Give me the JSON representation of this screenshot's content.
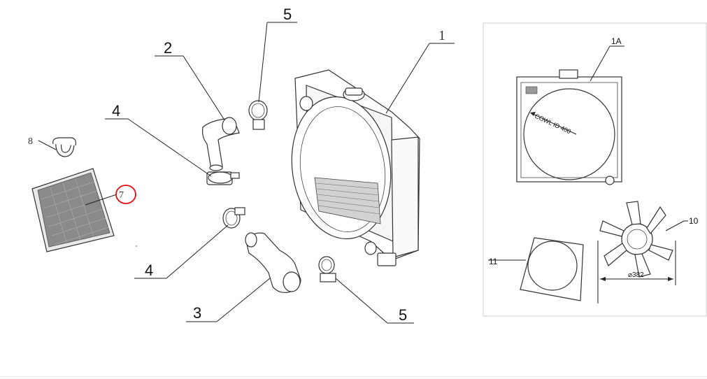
{
  "callouts": {
    "c1": "1",
    "c2": "2",
    "c3": "3",
    "c4_top": "4",
    "c4_bottom": "4",
    "c5_top": "5",
    "c5_bottom": "5",
    "c7": "7",
    "c8": "8"
  },
  "inset": {
    "c1a": "1A",
    "c10": "10",
    "c11": "11",
    "cowl_label": "COWL ID 400",
    "diameter_label": "⌀382"
  },
  "colors": {
    "highlight": "#e01010",
    "line": "#222222",
    "inset_border": "#cfcfcf"
  }
}
